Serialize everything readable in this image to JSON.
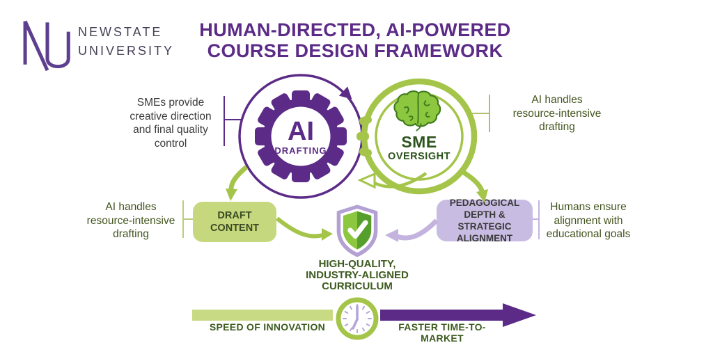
{
  "logo": {
    "monogram": "NU",
    "name_line1": "NEWSTATE",
    "name_line2": "UNIVERSITY"
  },
  "title": {
    "line1": "HUMAN-DIRECTED, AI-POWERED",
    "line2": "COURSE DESIGN FRAMEWORK"
  },
  "cycle": {
    "ai_node": {
      "title": "AI",
      "subtitle": "DRAFTING",
      "icon": "gear-icon"
    },
    "sme_node": {
      "title": "SME",
      "subtitle": "OVERSIGHT",
      "icon": "brain-icon"
    }
  },
  "annotations": {
    "top_left": {
      "lines": [
        "SMEs provide",
        "creative direction",
        "and final quality",
        "control"
      ]
    },
    "top_right": {
      "lines": [
        "AI handles",
        "resource-intensive",
        "drafting"
      ]
    },
    "bottom_left": {
      "lines": [
        "AI handles",
        "resource-intensive",
        "drafting"
      ]
    },
    "bottom_right": {
      "lines": [
        "Humans ensure",
        "alignment with",
        "educational goals"
      ]
    }
  },
  "outputs": {
    "draft_box": {
      "lines": [
        "DRAFT",
        "CONTENT"
      ]
    },
    "pedagogy_box": {
      "lines": [
        "PEDAGOGICAL",
        "DEPTH & STRATEGIC",
        "ALIGNMENT"
      ]
    },
    "outcome": {
      "lines": [
        "HIGH-QUALITY,",
        "INDUSTRY-ALIGNED",
        "CURRICULUM"
      ],
      "icon": "shield-check-icon"
    }
  },
  "timeline": {
    "left_label": "SPEED OF INNOVATION",
    "right_label": "FASTER TIME-TO-MARKET",
    "icon": "clock-icon"
  },
  "colors": {
    "purple": "#5b2b87",
    "lime_green": "#a4c54a",
    "light_lime": "#c6d87d",
    "lavender_box": "#c9bce2",
    "lavender_arrow": "#c3b3de",
    "dark_green_text": "#3c5a1e",
    "annotation_gray": "#3a3a3a",
    "brain_green": "#8dc63f",
    "shield_border": "#b3a1d4"
  }
}
